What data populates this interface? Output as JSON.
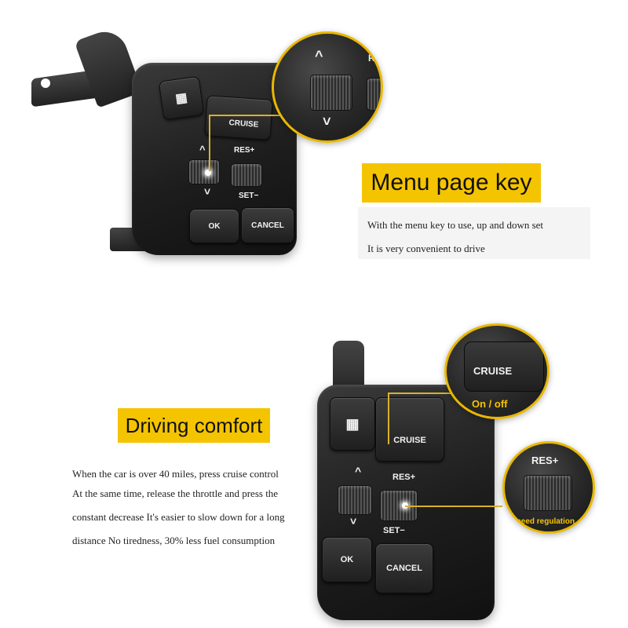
{
  "top_section": {
    "heading": "Menu page key",
    "description": [
      "With the menu key to use, up and down set",
      "It is very convenient to drive"
    ],
    "control": {
      "cruise_label": "CRUISE",
      "res_label": "RES+",
      "set_label": "SET−",
      "ok_label": "OK",
      "cancel_label": "CANCEL",
      "up_arrow": "^",
      "down_arrow": "˅"
    },
    "zoom": {
      "up_arrow": "^",
      "down_arrow": "˅",
      "edge_letter": "R"
    }
  },
  "bottom_section": {
    "heading": "Driving comfort",
    "description": [
      "When the car is over 40 miles, press cruise control",
      "At the same time, release the throttle and press the",
      "constant decrease It's easier to slow down for a long",
      "distance No tiredness, 30% less fuel consumption"
    ],
    "control": {
      "cruise_label": "CRUISE",
      "res_label": "RES+",
      "set_label": "SET−",
      "ok_label": "OK",
      "cancel_label": "CANCEL",
      "up_arrow": "^",
      "down_arrow": "˅"
    },
    "callouts": {
      "cruise_zoom_label": "CRUISE",
      "cruise_caption": "On / off",
      "res_zoom_label": "RES+",
      "res_caption": "Speed regulation"
    }
  },
  "colors": {
    "accent_yellow": "#f5c400",
    "panel_dark": "#1d1d1d"
  }
}
